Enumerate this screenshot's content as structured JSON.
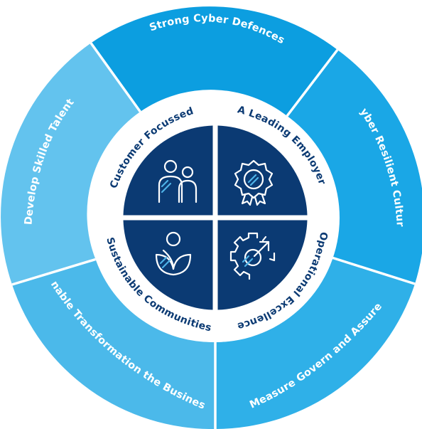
{
  "outer_segments": [
    {
      "label": "Strong Cyber Defences",
      "color": "#0c9ee0"
    },
    {
      "label": "Cyber Resilient Culture",
      "color": "#1aa7e6"
    },
    {
      "label": "Measure Govern and Assure",
      "color": "#2fb0e8"
    },
    {
      "label": "Enable Transformation the Business",
      "color": "#4bb9ea"
    },
    {
      "label": "Develop Skilled Talent",
      "color": "#63c3ee"
    }
  ],
  "pillars": [
    {
      "label": "Customer Focussed",
      "icon": "people-icon"
    },
    {
      "label": "A Leading Employer",
      "icon": "award-badge-icon"
    },
    {
      "label": "Operational Excellence",
      "icon": "gear-arrow-icon"
    },
    {
      "label": "Sustainable Communities",
      "icon": "sprout-person-icon"
    }
  ],
  "colors": {
    "inner_quadrants": "#0b3a73",
    "pillar_text": "#0b3a73",
    "ring": "#ffffff",
    "icon_accent": "#4fb3e8"
  }
}
